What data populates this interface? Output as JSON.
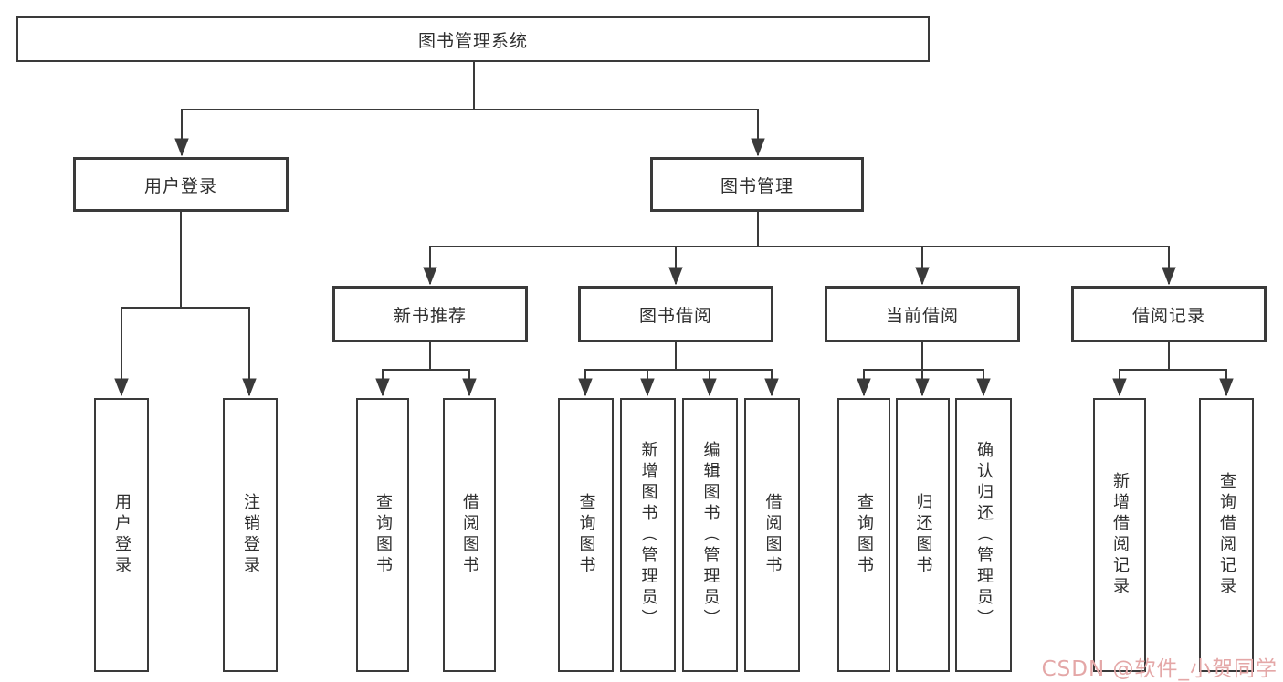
{
  "diagram": {
    "root": {
      "label": "图书管理系统"
    },
    "branches": [
      {
        "label": "用户登录",
        "children": [
          {
            "label": "用户登录"
          },
          {
            "label": "注销登录"
          }
        ]
      },
      {
        "label": "图书管理",
        "children": [
          {
            "label": "新书推荐",
            "children": [
              {
                "label": "查询图书"
              },
              {
                "label": "借阅图书"
              }
            ]
          },
          {
            "label": "图书借阅",
            "children": [
              {
                "label": "查询图书"
              },
              {
                "label": "新增图书（管理员）"
              },
              {
                "label": "编辑图书（管理员）"
              },
              {
                "label": "借阅图书"
              }
            ]
          },
          {
            "label": "当前借阅",
            "children": [
              {
                "label": "查询图书"
              },
              {
                "label": "归还图书"
              },
              {
                "label": "确认归还（管理员）"
              }
            ]
          },
          {
            "label": "借阅记录",
            "children": [
              {
                "label": "新增借阅记录"
              },
              {
                "label": "查询借阅记录"
              }
            ]
          }
        ]
      }
    ]
  },
  "colors": {
    "line": "#3a3a3a",
    "box_border": "#3a3a3a",
    "background": "#ffffff",
    "watermark": "#e4a7a7"
  },
  "watermark": {
    "text": "CSDN @软件_小贺同学"
  }
}
